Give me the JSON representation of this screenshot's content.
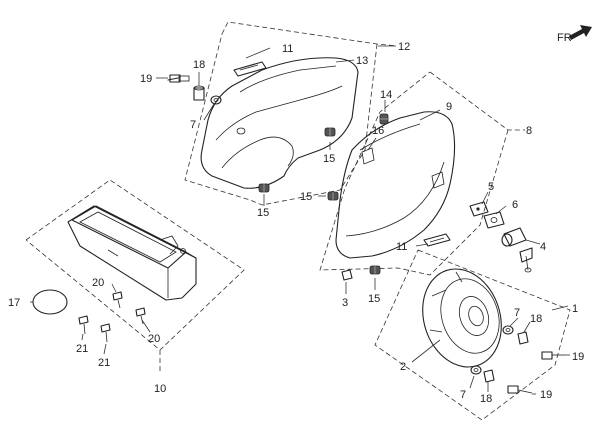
{
  "diagram": {
    "fr_mark": "FR",
    "callouts": [
      {
        "id": "c1",
        "text": "1"
      },
      {
        "id": "c2",
        "text": "2"
      },
      {
        "id": "c3",
        "text": "3"
      },
      {
        "id": "c4",
        "text": "4"
      },
      {
        "id": "c5",
        "text": "5"
      },
      {
        "id": "c6",
        "text": "6"
      },
      {
        "id": "c7a",
        "text": "7"
      },
      {
        "id": "c7b",
        "text": "7"
      },
      {
        "id": "c7c",
        "text": "7"
      },
      {
        "id": "c8",
        "text": "8"
      },
      {
        "id": "c9",
        "text": "9"
      },
      {
        "id": "c10",
        "text": "10"
      },
      {
        "id": "c11a",
        "text": "11"
      },
      {
        "id": "c11b",
        "text": "11"
      },
      {
        "id": "c12",
        "text": "12"
      },
      {
        "id": "c13",
        "text": "13"
      },
      {
        "id": "c14",
        "text": "14"
      },
      {
        "id": "c15a",
        "text": "15"
      },
      {
        "id": "c15b",
        "text": "15"
      },
      {
        "id": "c15c",
        "text": "15"
      },
      {
        "id": "c15d",
        "text": "15"
      },
      {
        "id": "c16",
        "text": "16"
      },
      {
        "id": "c17",
        "text": "17"
      },
      {
        "id": "c18a",
        "text": "18"
      },
      {
        "id": "c18b",
        "text": "18"
      },
      {
        "id": "c18c",
        "text": "18"
      },
      {
        "id": "c19a",
        "text": "19"
      },
      {
        "id": "c19b",
        "text": "19"
      },
      {
        "id": "c19c",
        "text": "19"
      },
      {
        "id": "c20a",
        "text": "20"
      },
      {
        "id": "c20b",
        "text": "20"
      },
      {
        "id": "c21a",
        "text": "21"
      },
      {
        "id": "c21b",
        "text": "21"
      }
    ]
  }
}
